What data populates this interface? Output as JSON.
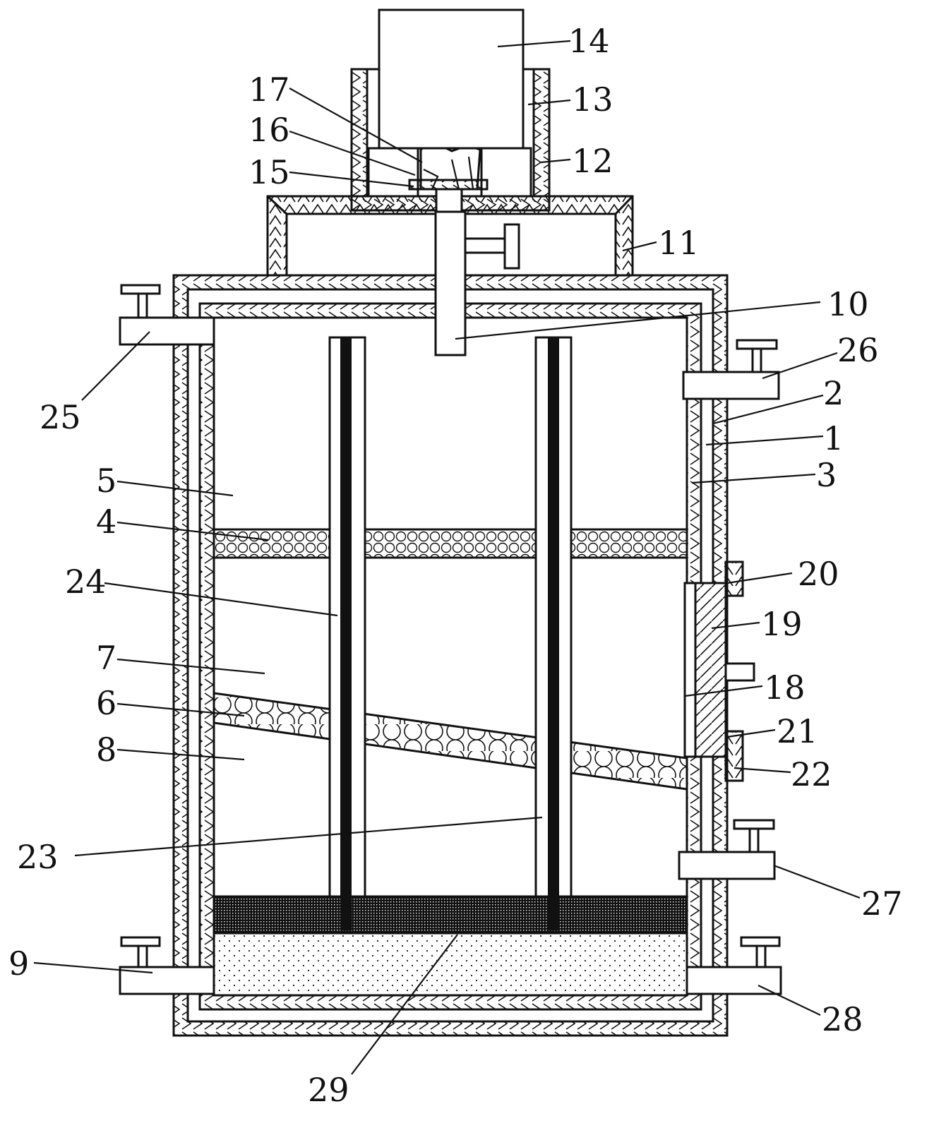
{
  "colors": {
    "ink": "#111111",
    "paper": "#ffffff"
  },
  "callouts": {
    "c1": "1",
    "c2": "2",
    "c3": "3",
    "c4": "4",
    "c5": "5",
    "c6": "6",
    "c7": "7",
    "c8": "8",
    "c9": "9",
    "c10": "10",
    "c11": "11",
    "c12": "12",
    "c13": "13",
    "c14": "14",
    "c15": "15",
    "c16": "16",
    "c17": "17",
    "c18": "18",
    "c19": "19",
    "c20": "20",
    "c21": "21",
    "c22": "22",
    "c23": "23",
    "c24": "24",
    "c25": "25",
    "c26": "26",
    "c27": "27",
    "c28": "28",
    "c29": "29"
  }
}
